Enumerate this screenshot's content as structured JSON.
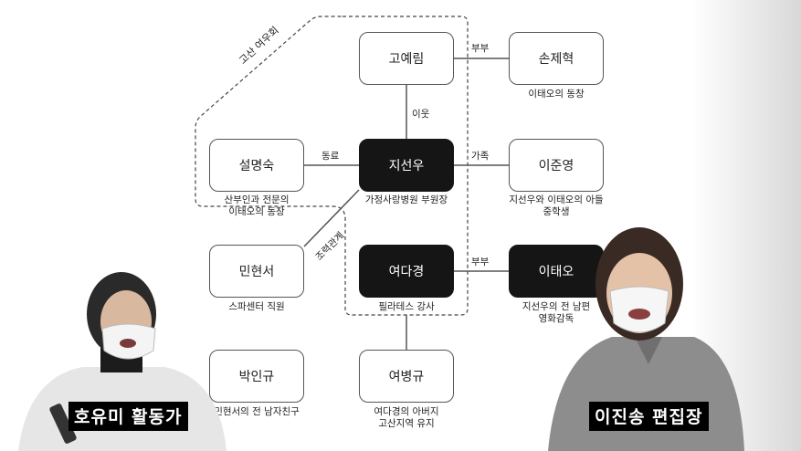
{
  "diagram": {
    "group_label": "고산 여우회",
    "nodes": {
      "goyerim": {
        "name": "고예림",
        "caption": ""
      },
      "sonjehyeok": {
        "name": "손제혁",
        "caption": "이태오의 동창"
      },
      "seolmyeongsuk": {
        "name": "설명숙",
        "caption_1": "산부인과 전문의",
        "caption_2": "이태오의 동창"
      },
      "jisunwoo": {
        "name": "지선우",
        "caption": "가정사랑병원 부원장"
      },
      "ijunyeong": {
        "name": "이준영",
        "caption_1": "지선우와 이태오의 아들",
        "caption_2": "중학생"
      },
      "minhyeonseo": {
        "name": "민현서",
        "caption": "스파센터 직원"
      },
      "yeodagyeong": {
        "name": "여다경",
        "caption": "필라테스 강사"
      },
      "itaeo": {
        "name": "이태오",
        "caption_1": "지선우의 전 남편",
        "caption_2": "영화감독"
      },
      "parkingyu": {
        "name": "박인규",
        "caption": "민현서의 전 남자친구"
      },
      "yeobyeonggyu": {
        "name": "여병규",
        "caption_1": "여다경의 아버지",
        "caption_2": "고산지역 유지"
      }
    },
    "relations": {
      "goyerim_sonjehyeok": "부부",
      "goyerim_jisunwoo": "이웃",
      "seolmyeongsuk_jisunwoo": "동료",
      "jisunwoo_ijunyeong": "가족",
      "jisunwoo_minhyeonseo": "조력관계",
      "yeodagyeong_itaeo": "부부"
    }
  },
  "captions": {
    "left_person": "호유미 활동가",
    "right_person": "이진송 편집장"
  },
  "colors": {
    "dark_node": "#151515",
    "line": "#555555"
  }
}
